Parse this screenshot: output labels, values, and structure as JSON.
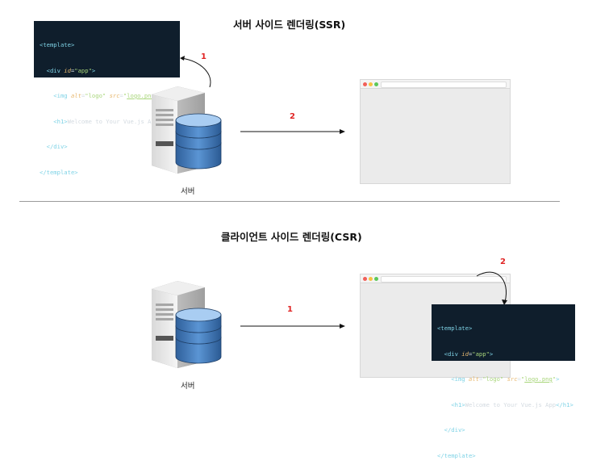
{
  "ssr": {
    "title": "서버 사이드 렌더링(SSR)",
    "server_label": "서버",
    "step_to_code": "1",
    "step_to_browser": "2"
  },
  "csr": {
    "title": "클라이언트 사이드 렌더링(CSR)",
    "server_label": "서버",
    "step_to_browser": "1",
    "step_to_code": "2"
  },
  "code": {
    "line1": "<template>",
    "line2_open": "  <div ",
    "line2_attr": "id",
    "line2_eq": "=",
    "line2_val": "\"app\"",
    "line2_close": ">",
    "line3_open": "    <img ",
    "line3_attr1": "alt",
    "line3_eq1": "=",
    "line3_val1": "\"logo\"",
    "line3_sp": " ",
    "line3_attr2": "src",
    "line3_eq2": "=",
    "line3_q1": "\"",
    "line3_val2": "logo.png",
    "line3_q2": "\"",
    "line3_close": ">",
    "line4_open": "    <h1>",
    "line4_text": "Welcome to Your Vue.js App",
    "line4_close": "</h1>",
    "line5": "  </div>",
    "line6": "</template>"
  },
  "colors": {
    "code_bg": "#0f1e2c",
    "step_number": "#e02424",
    "divider": "#9a9a9a",
    "browser_bg": "#ebebeb",
    "traffic_red": "#f25f58",
    "traffic_yellow": "#f7c243",
    "traffic_green": "#5dc85a"
  },
  "icons": {
    "server": "server-database-icon",
    "browser": "browser-window-icon"
  }
}
